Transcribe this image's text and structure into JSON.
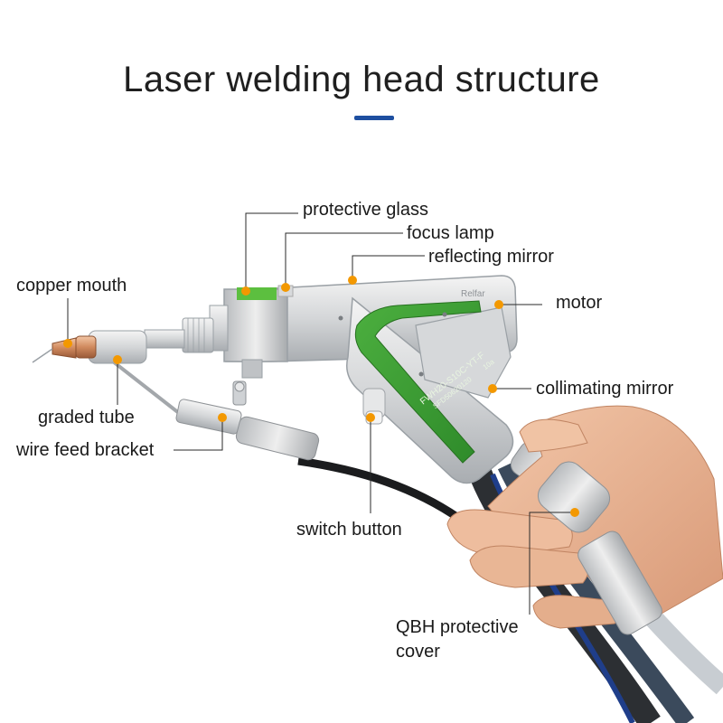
{
  "title": "Laser welding head structure",
  "accent_color": "#1e4fa0",
  "dot_color": "#f39800",
  "labels": {
    "protective_glass": "protective glass",
    "focus_lamp": "focus lamp",
    "reflecting_mirror": "reflecting mirror",
    "copper_mouth": "copper mouth",
    "motor": "motor",
    "collimating_mirror": "collimating mirror",
    "graded_tube": "graded tube",
    "wire_feed_bracket": "wire feed bracket",
    "switch_button": "switch button",
    "qbh_line1": "QBH protective",
    "qbh_line2": "cover"
  },
  "device_text": {
    "brand": "Relfar",
    "model": "FWH20-S10C-YT-F",
    "serial": "SFD50620120",
    "spec": "10a"
  }
}
